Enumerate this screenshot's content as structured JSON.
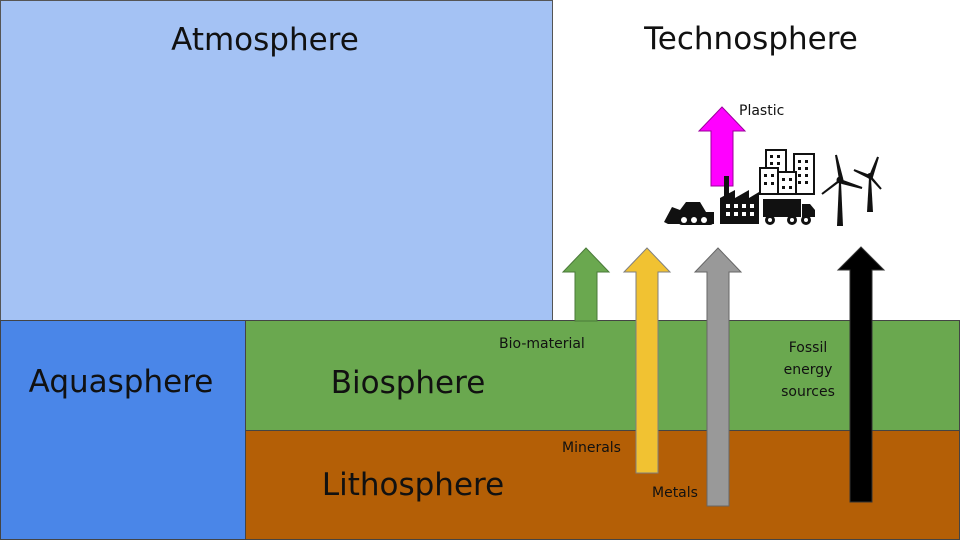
{
  "spheres": {
    "atmosphere": {
      "label": "Atmosphere",
      "color": "#a4c2f4"
    },
    "technosphere": {
      "label": "Technosphere",
      "color": "#ffffff"
    },
    "aquasphere": {
      "label": "Aquasphere",
      "color": "#4a86e8"
    },
    "biosphere": {
      "label": "Biosphere",
      "color": "#6aa84f"
    },
    "lithosphere": {
      "label": "Lithosphere",
      "color": "#b45f06"
    }
  },
  "flows": {
    "plastic": {
      "label": "Plastic",
      "color": "#ff00ff"
    },
    "bio_material": {
      "label": "Bio-material",
      "color": "#6aa84f"
    },
    "minerals": {
      "label": "Minerals",
      "color": "#f1c232"
    },
    "metals": {
      "label": "Metals",
      "color": "#999999"
    },
    "fossil": {
      "label_lines": [
        "Fossil",
        "energy",
        "sources"
      ],
      "color": "#000000"
    }
  },
  "icons": [
    "bulldozer-icon",
    "factory-icon",
    "buildings-icon",
    "truck-icon",
    "wind-turbine-icon"
  ]
}
